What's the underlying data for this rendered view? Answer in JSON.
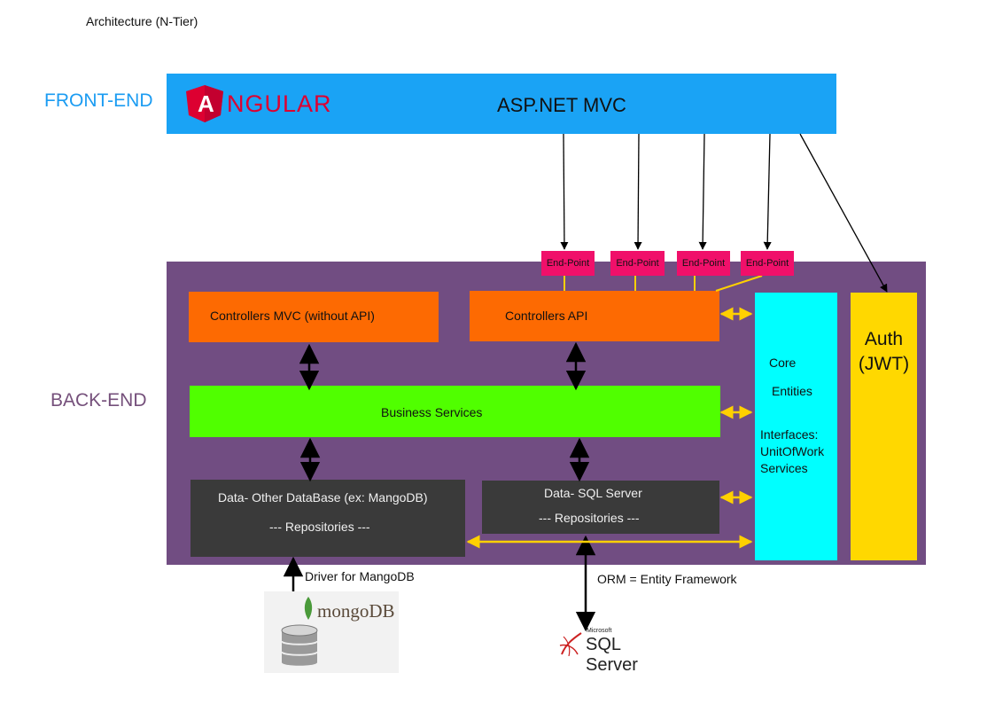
{
  "title": "Architecture (N-Tier)",
  "tiers": {
    "front_end": "FRONT-END",
    "back_end": "BACK-END"
  },
  "frontend": {
    "logo_text": "NGULAR",
    "logo_letter": "A",
    "framework": "ASP.NET MVC"
  },
  "endpoints": [
    "End-Point",
    "End-Point",
    "End-Point",
    "End-Point"
  ],
  "controllers": {
    "mvc": "Controllers MVC  (without API)",
    "api": "Controllers API"
  },
  "business": "Business Services",
  "data_other": {
    "title": "Data- Other DataBase (ex: MangoDB)",
    "sub": "--- Repositories ---"
  },
  "data_sql": {
    "title": "Data- SQL Server",
    "sub": "--- Repositories ---"
  },
  "core": {
    "line1": "Core",
    "line2": "Entities",
    "line3": "Interfaces:",
    "line4": "UnitOfWork",
    "line5": "Services"
  },
  "auth": {
    "line1": "Auth",
    "line2": "(JWT)"
  },
  "captions": {
    "mongo_driver": "Driver for MangoDB",
    "orm": "ORM = Entity Framework"
  },
  "logos": {
    "mongo": "mongoDB",
    "sql_brand": "Microsoft",
    "sql": "SQL Server"
  },
  "colors": {
    "frontend": "#1aa3f5",
    "backend": "#714d82",
    "controllers": "#fd6a02",
    "business": "#50ff00",
    "data": "#3a3a3a",
    "core": "#00ffff",
    "auth": "#ffd800",
    "endpoint": "#f0106a",
    "yellow_arrow": "#ffd000"
  }
}
